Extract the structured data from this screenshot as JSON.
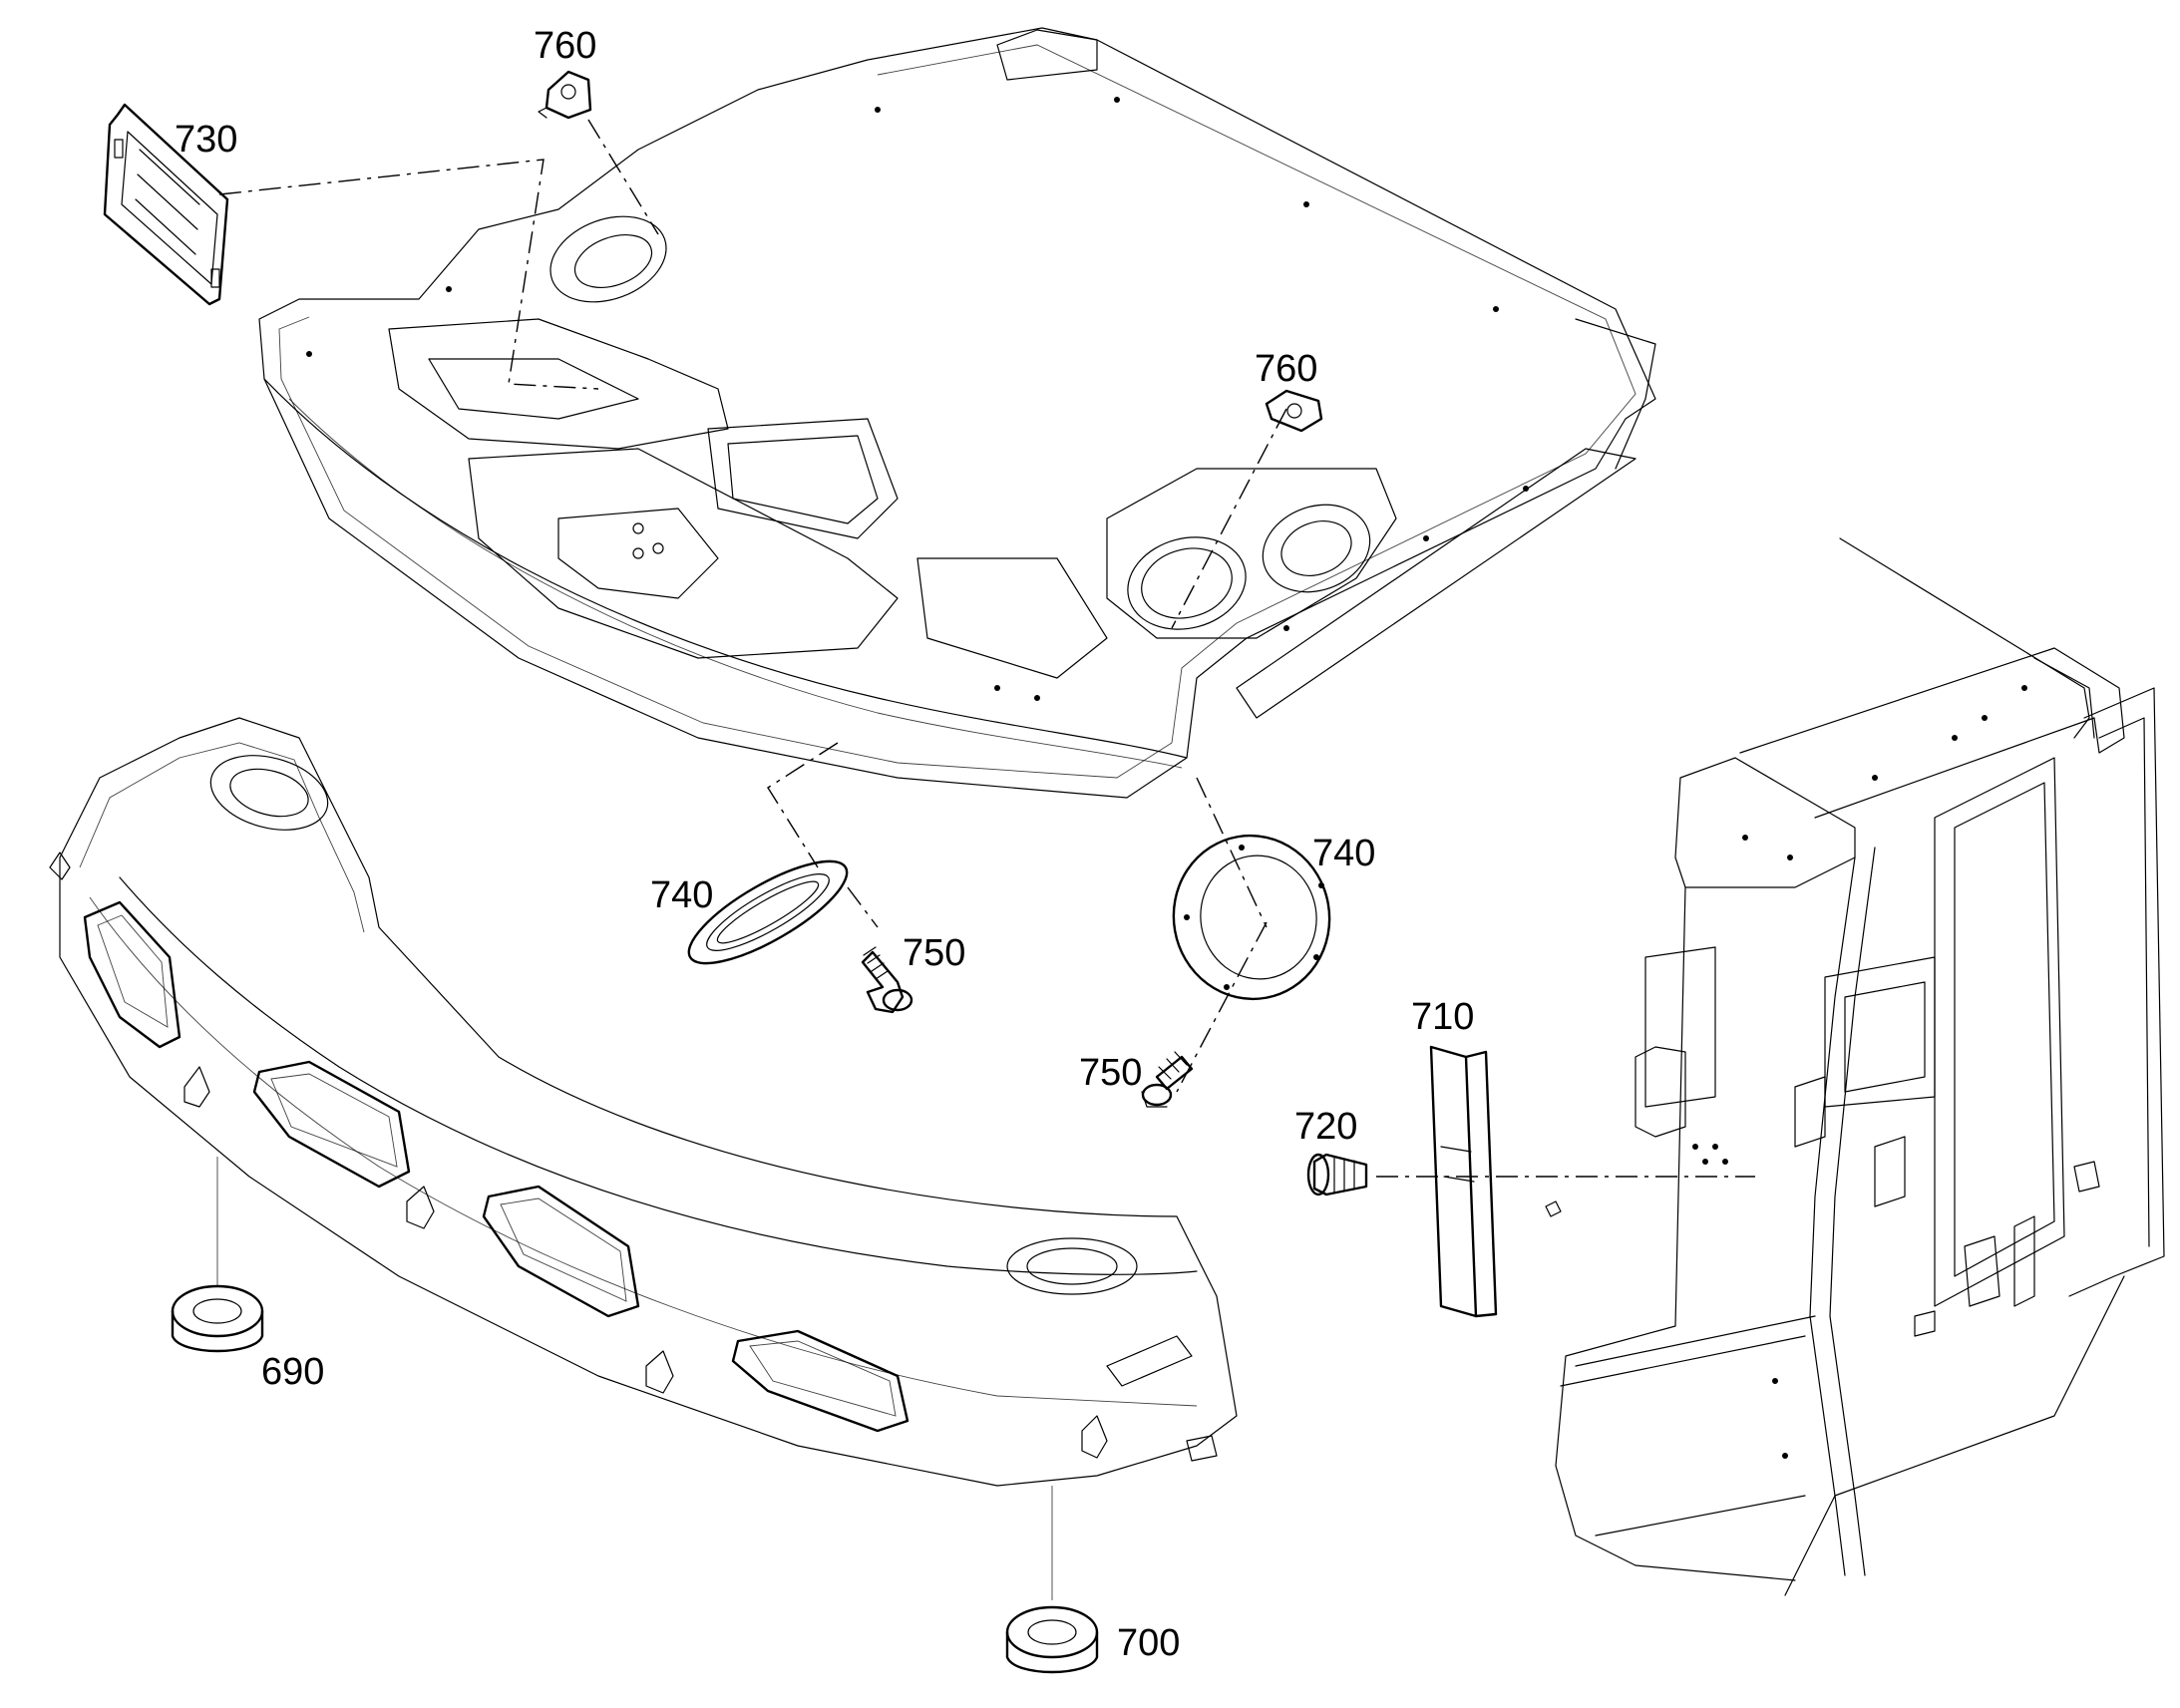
{
  "callouts": [
    {
      "id": "730",
      "text": "730"
    },
    {
      "id": "760a",
      "text": "760"
    },
    {
      "id": "760b",
      "text": "760"
    },
    {
      "id": "740a",
      "text": "740"
    },
    {
      "id": "740b",
      "text": "740"
    },
    {
      "id": "750a",
      "text": "750"
    },
    {
      "id": "750b",
      "text": "750"
    },
    {
      "id": "710",
      "text": "710"
    },
    {
      "id": "720",
      "text": "720"
    },
    {
      "id": "690",
      "text": "690"
    },
    {
      "id": "700",
      "text": "700"
    }
  ],
  "colors": {
    "line": "#000000",
    "background": "#ffffff"
  }
}
